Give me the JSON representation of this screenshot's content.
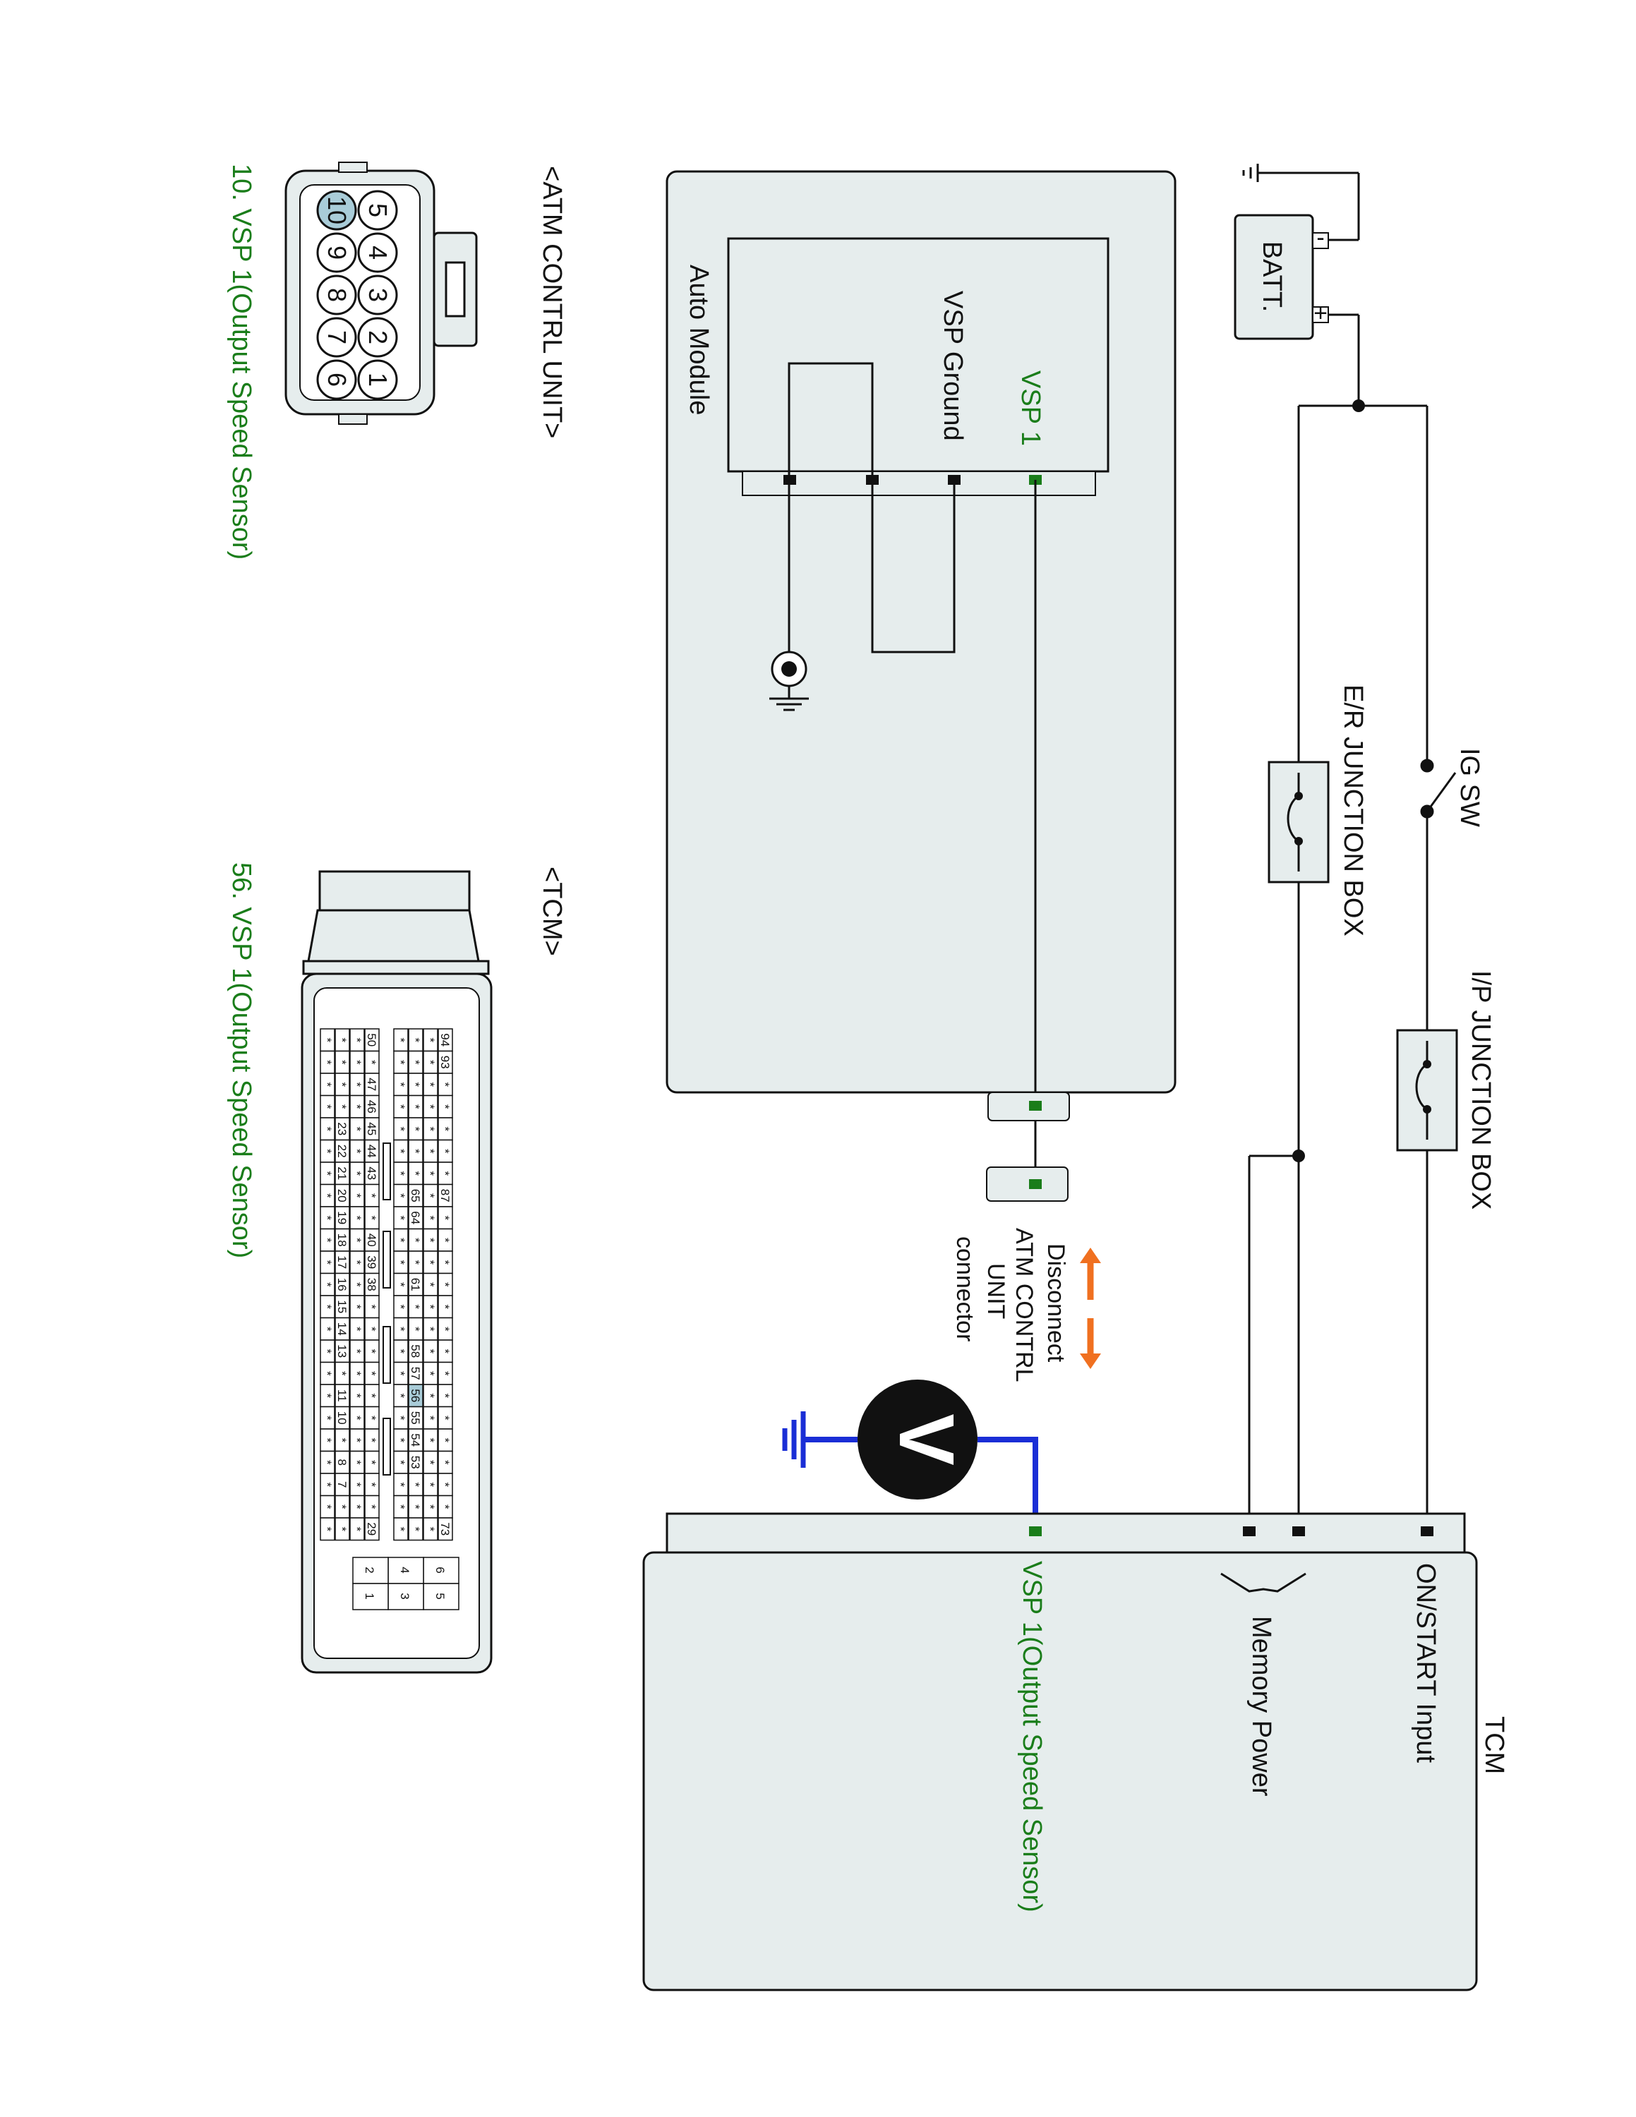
{
  "colors": {
    "module_fill": "#e6eded",
    "signal_green": "#1a7d1a",
    "meter_blue": "#1a2ed6",
    "disconnect_orange": "#f07020",
    "highlight_pin": "#a9ccd8"
  },
  "power": {
    "battery_label": "BATT.",
    "battery_minus": "-",
    "battery_plus": "+",
    "ig_switch_label": "IG SW",
    "er_junction_label": "E/R JUNCTION BOX",
    "ip_junction_label": "I/P JUNCTION BOX"
  },
  "auto_module": {
    "title": "Auto Module",
    "pin_vsp1": "VSP 1",
    "pin_vsp_ground": "VSP Ground"
  },
  "disconnect": {
    "lines": [
      "Disconnect",
      "ATM CONTRL",
      "UNIT",
      "connector"
    ],
    "meter_symbol": "V"
  },
  "tcm_module": {
    "title": "TCM",
    "on_start": "ON/START Input",
    "memory_power": "Memory Power",
    "vsp1": "VSP 1(Output Speed Sensor)"
  },
  "connectors": {
    "atm": {
      "title": "<ATM CONTRL UNIT>",
      "top_row": [
        "5",
        "4",
        "3",
        "2",
        "1"
      ],
      "bottom_row": [
        "10",
        "9",
        "8",
        "7",
        "6"
      ],
      "caption": "10. VSP 1(Output Speed Sensor)"
    },
    "tcm": {
      "title": "<TCM>",
      "caption": "56. VSP 1(Output Speed Sensor)",
      "rows": [
        [
          "94",
          "93",
          "*",
          "*",
          "*",
          "*",
          "*",
          "87",
          "*",
          "*",
          "*",
          "*",
          "*",
          "*",
          "*",
          "*",
          "*",
          "*",
          "*",
          "*",
          "*",
          "*",
          "73"
        ],
        [
          "*",
          "*",
          "*",
          "*",
          "*",
          "*",
          "*",
          "*",
          "*",
          "*",
          "*",
          "*",
          "*",
          "*",
          "*",
          "*",
          "*",
          "*",
          "*",
          "*",
          "*",
          "*",
          "*"
        ],
        [
          "*",
          "*",
          "*",
          "*",
          "*",
          "*",
          "*",
          "65",
          "64",
          "*",
          "*",
          "61",
          "*",
          "*",
          "58",
          "57",
          "56",
          "55",
          "54",
          "53",
          "*",
          "*",
          "*"
        ],
        [
          "*",
          "*",
          "*",
          "*",
          "*",
          "*",
          "*",
          "*",
          "*",
          "*",
          "*",
          "*",
          "*",
          "*",
          "*",
          "*",
          "*",
          "*",
          "*",
          "*",
          "*",
          "*",
          "*"
        ],
        [
          "50",
          "*",
          "47",
          "46",
          "45",
          "44",
          "43",
          "*",
          "*",
          "40",
          "39",
          "38",
          "*",
          "*",
          "*",
          "*",
          "*",
          "*",
          "*",
          "*",
          "*",
          "*",
          "29"
        ],
        [
          "*",
          "*",
          "*",
          "*",
          "*",
          "*",
          "*",
          "*",
          "*",
          "*",
          "*",
          "*",
          "*",
          "*",
          "*",
          "*",
          "*",
          "*",
          "*",
          "*",
          "*",
          "*",
          "*"
        ],
        [
          "*",
          "*",
          "*",
          "*",
          "23",
          "22",
          "21",
          "20",
          "19",
          "18",
          "17",
          "16",
          "15",
          "14",
          "13",
          "*",
          "11",
          "10",
          "*",
          "8",
          "7",
          "*",
          "*"
        ],
        [
          "*",
          "*",
          "*",
          "*",
          "*",
          "*",
          "*",
          "*",
          "*",
          "*",
          "*",
          "*",
          "*",
          "*",
          "*",
          "*",
          "*",
          "*",
          "*",
          "*",
          "*",
          "*",
          "*"
        ]
      ],
      "small_block": [
        "6",
        "5",
        "4",
        "3",
        "2",
        "1"
      ]
    }
  }
}
